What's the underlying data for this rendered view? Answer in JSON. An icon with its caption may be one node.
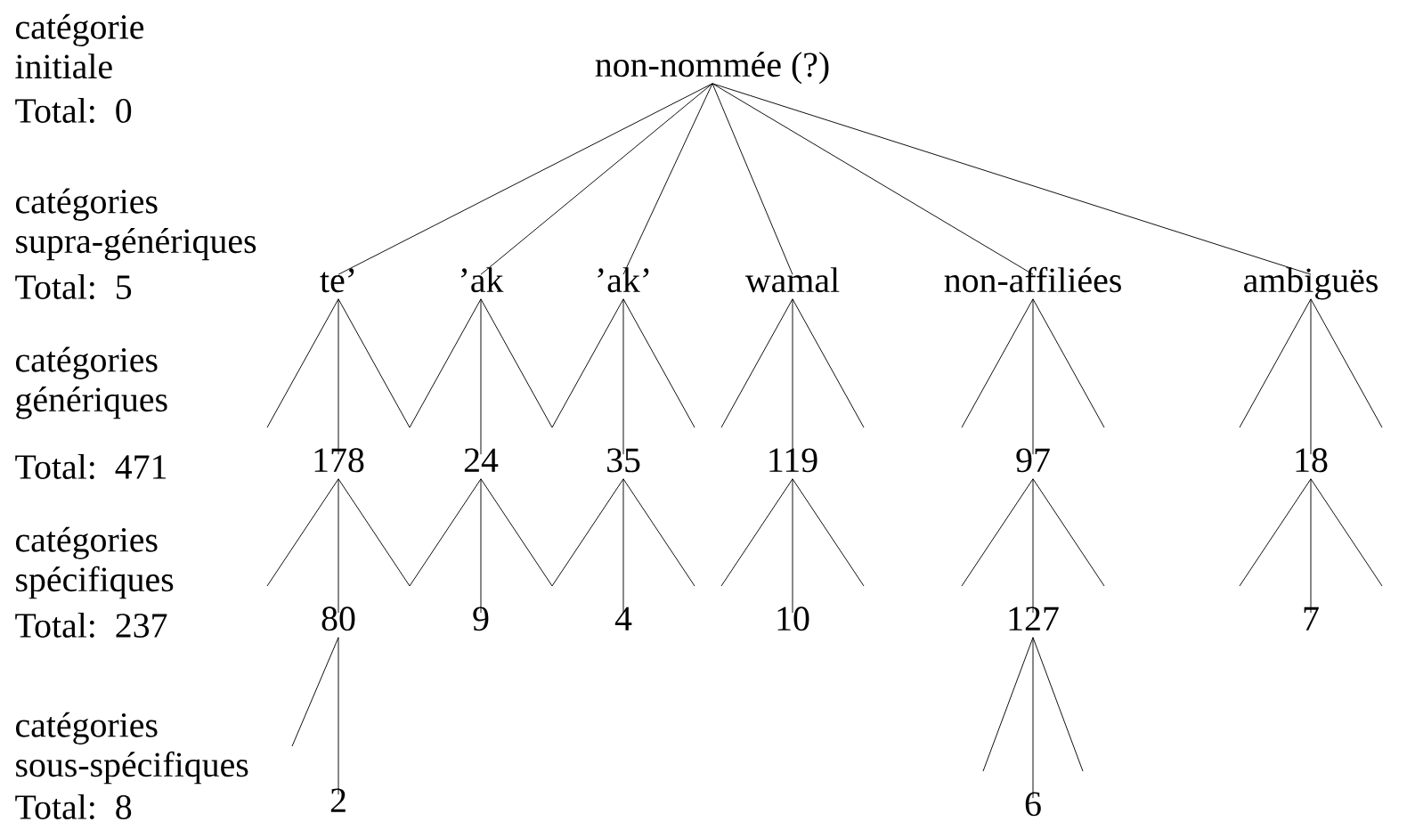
{
  "diagram": {
    "nodes": [
      {
        "text": [
          "non-nommée (?)"
        ]
      },
      {
        "text": [
          "te’"
        ]
      },
      {
        "text": [
          "’ak"
        ]
      },
      {
        "text": [
          "’ak’"
        ]
      },
      {
        "text": [
          "wamal"
        ]
      },
      {
        "text": [
          "non-affiliées"
        ]
      },
      {
        "text": [
          "ambiguës"
        ]
      },
      {
        "text": [
          "178"
        ]
      },
      {
        "text": [
          "24"
        ]
      },
      {
        "text": [
          "35"
        ]
      },
      {
        "text": [
          "119"
        ]
      },
      {
        "text": [
          "97"
        ]
      },
      {
        "text": [
          "18"
        ]
      },
      {
        "text": [
          "80"
        ]
      },
      {
        "text": [
          "9"
        ]
      },
      {
        "text": [
          "4"
        ]
      },
      {
        "text": [
          "10"
        ]
      },
      {
        "text": [
          "127"
        ]
      },
      {
        "text": [
          "7"
        ]
      },
      {
        "text": [
          "2"
        ]
      },
      {
        "text": [
          "6"
        ]
      }
    ],
    "edges": [
      {
        "from": 0,
        "to": 1,
        "arrow": "none"
      },
      {
        "from": 0,
        "to": 2,
        "arrow": "none"
      },
      {
        "from": 0,
        "to": 3,
        "arrow": "none"
      },
      {
        "from": 0,
        "to": 4,
        "arrow": "none"
      },
      {
        "from": 0,
        "to": 5,
        "arrow": "none"
      },
      {
        "from": 0,
        "to": 6,
        "arrow": "none"
      },
      {
        "from": 1,
        "to": null,
        "arrow": "none"
      },
      {
        "from": 1,
        "to": 7,
        "arrow": "none"
      },
      {
        "from": 1,
        "to": null,
        "arrow": "none"
      },
      {
        "from": 2,
        "to": null,
        "arrow": "none"
      },
      {
        "from": 2,
        "to": 8,
        "arrow": "none"
      },
      {
        "from": 2,
        "to": null,
        "arrow": "none"
      },
      {
        "from": 3,
        "to": null,
        "arrow": "none"
      },
      {
        "from": 3,
        "to": 9,
        "arrow": "none"
      },
      {
        "from": 3,
        "to": null,
        "arrow": "none"
      },
      {
        "from": 4,
        "to": null,
        "arrow": "none"
      },
      {
        "from": 4,
        "to": 10,
        "arrow": "none"
      },
      {
        "from": 4,
        "to": null,
        "arrow": "none"
      },
      {
        "from": 5,
        "to": null,
        "arrow": "none"
      },
      {
        "from": 5,
        "to": 11,
        "arrow": "none"
      },
      {
        "from": 5,
        "to": null,
        "arrow": "none"
      },
      {
        "from": 6,
        "to": null,
        "arrow": "none"
      },
      {
        "from": 6,
        "to": 12,
        "arrow": "none"
      },
      {
        "from": 6,
        "to": null,
        "arrow": "none"
      },
      {
        "from": 7,
        "to": null,
        "arrow": "none"
      },
      {
        "from": 7,
        "to": 13,
        "arrow": "none"
      },
      {
        "from": 7,
        "to": null,
        "arrow": "none"
      },
      {
        "from": 8,
        "to": null,
        "arrow": "none"
      },
      {
        "from": 8,
        "to": 14,
        "arrow": "none"
      },
      {
        "from": 8,
        "to": null,
        "arrow": "none"
      },
      {
        "from": 9,
        "to": null,
        "arrow": "none"
      },
      {
        "from": 9,
        "to": 15,
        "arrow": "none"
      },
      {
        "from": 9,
        "to": null,
        "arrow": "none"
      },
      {
        "from": 10,
        "to": null,
        "arrow": "none"
      },
      {
        "from": 10,
        "to": 16,
        "arrow": "none"
      },
      {
        "from": 10,
        "to": null,
        "arrow": "none"
      },
      {
        "from": 11,
        "to": null,
        "arrow": "none"
      },
      {
        "from": 11,
        "to": 17,
        "arrow": "none"
      },
      {
        "from": 11,
        "to": null,
        "arrow": "none"
      },
      {
        "from": 12,
        "to": null,
        "arrow": "none"
      },
      {
        "from": 12,
        "to": 18,
        "arrow": "none"
      },
      {
        "from": 12,
        "to": null,
        "arrow": "none"
      },
      {
        "from": 13,
        "to": null,
        "arrow": "none"
      },
      {
        "from": 13,
        "to": 19,
        "arrow": "none"
      },
      {
        "from": 17,
        "to": null,
        "arrow": "none"
      },
      {
        "from": 17,
        "to": 20,
        "arrow": "none"
      },
      {
        "from": 17,
        "to": null,
        "arrow": "none"
      }
    ],
    "labels": [
      "catégorie initiale",
      "Total: 0",
      "catégories supra-génériques",
      "Total: 5",
      "catégories génériques",
      "Total: 471",
      "catégories spécifiques",
      "Total: 237",
      "catégories sous-spécifiques",
      "Total: 8"
    ]
  }
}
